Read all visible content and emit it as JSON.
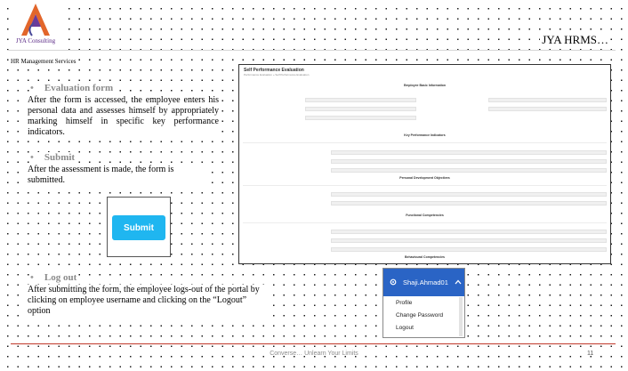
{
  "header": {
    "logo_text": "JYA Consulting",
    "brand": "JYA HRMS…",
    "subtitle": "HR Management Services"
  },
  "sections": [
    {
      "heading": "Evaluation form",
      "body": "After the form is accessed, the employee enters his personal data and assesses himself by appropriately marking himself in specific key performance indicators."
    },
    {
      "heading": "Submit",
      "body": "After the assessment is made, the form is submitted."
    },
    {
      "heading": "Log out",
      "body": "After submitting the form, the employee logs-out of the portal by clicking on employee username and clicking on the “Logout” option"
    }
  ],
  "submit_image": {
    "label": "Submit",
    "color": "#1fb6f0"
  },
  "form_image": {
    "title": "Self Performance Evaluation",
    "breadcrumb": "Performance Evaluation » Self Performance Evaluation",
    "sections": [
      "Employee Basic Information",
      "Key Performance Indicators",
      "Personal Development Objectives",
      "Functional Competencies",
      "Behavioural Competencies"
    ]
  },
  "dropdown_image": {
    "username": "Shaji.Ahmad01",
    "items": [
      "Profile",
      "Change Password",
      "Logout"
    ],
    "header_color": "#2a64c5"
  },
  "footer": {
    "tagline": "Converse… Unlearn Your Limits",
    "page": "11"
  }
}
